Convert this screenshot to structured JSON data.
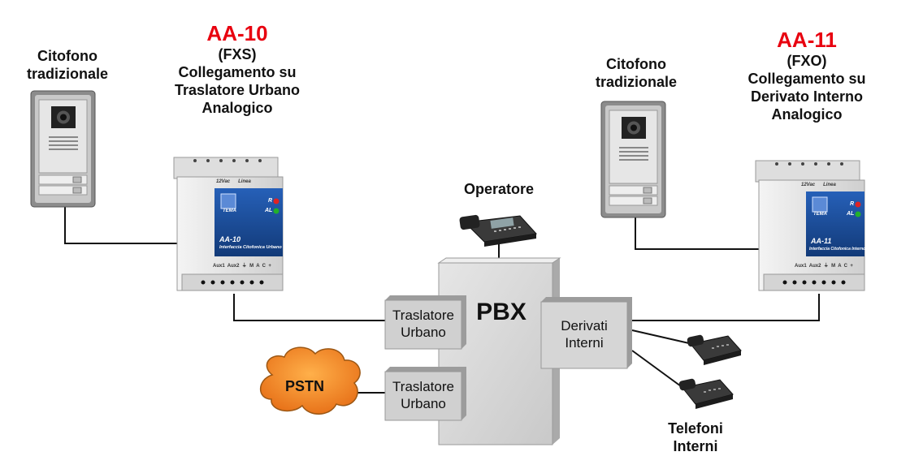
{
  "left": {
    "intercom_label": [
      "Citofono",
      "tradizionale"
    ],
    "device_code": "AA-10",
    "device_type": "(FXS)",
    "device_desc": [
      "Collegamento su",
      "Traslatore Urbano",
      "Analogico"
    ],
    "device_name": "AA-10",
    "device_subtitle": "Interfaccia Citofonica Urbano"
  },
  "right": {
    "intercom_label": [
      "Citofono",
      "tradizionale"
    ],
    "device_code": "AA-11",
    "device_type": "(FXO)",
    "device_desc": [
      "Collegamento su",
      "Derivato Interno",
      "Analogico"
    ],
    "device_name": "AA-11",
    "device_subtitle": "Interfaccia Citofonica Interno"
  },
  "operator_label": "Operatore",
  "pbx": {
    "title": "PBX",
    "trunk1": [
      "Traslatore",
      "Urbano"
    ],
    "trunk2": [
      "Traslatore",
      "Urbano"
    ],
    "extensions": [
      "Derivati",
      "Interni"
    ]
  },
  "pstn_label": "PSTN",
  "phones_label": [
    "Telefoni",
    "Interni"
  ],
  "device_panel": {
    "brand": "TEMA",
    "terminal_labels": "Aux1  Aux2  ⏚  M  A  C  +",
    "top_labels": "12Vac      Linea",
    "led_r": "R",
    "led_al": "AL"
  },
  "colors": {
    "accent_red": "#e8000f",
    "device_blue": "#1c4f9c",
    "pbx_grey": "#d8d8d8",
    "pstn_fill": "#f08a2c"
  }
}
